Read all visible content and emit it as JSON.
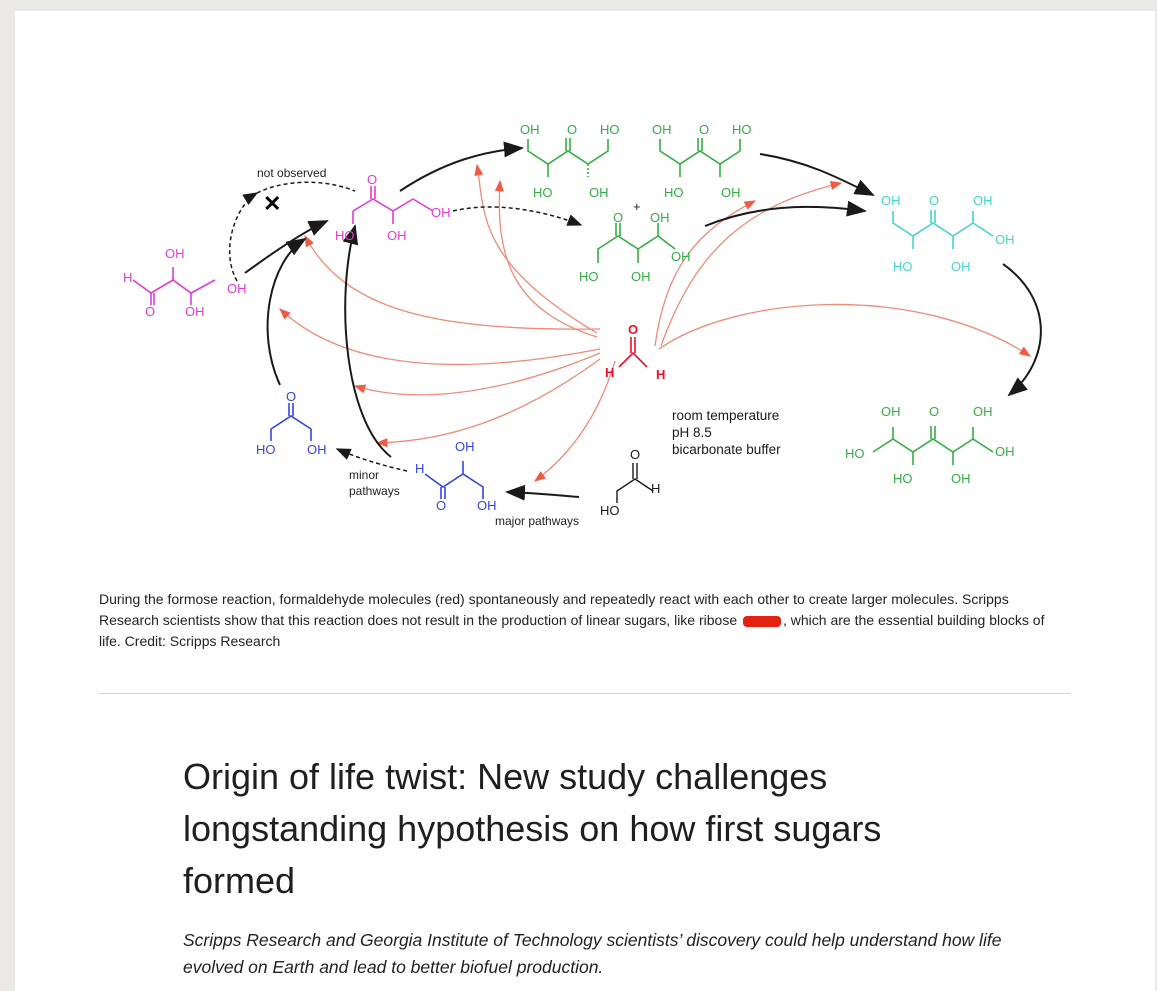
{
  "figure": {
    "labels": {
      "not_observed": "not observed",
      "minor_pathways_1": "minor",
      "minor_pathways_2": "pathways",
      "major_pathways": "major pathways",
      "conditions_1": "room temperature",
      "conditions_2": "pH 8.5",
      "conditions_3": "bicarbonate buffer",
      "plus": "+",
      "oh": "OH",
      "ho": "HO",
      "o": "O",
      "h": "H"
    },
    "colors": {
      "magenta": "#e33ad6",
      "green": "#35ad45",
      "teal": "#46d6c8",
      "blue": "#3346e0",
      "red": "#e8102a",
      "arrow_red": "#f08a78",
      "arrow_black": "#1a1a1a"
    }
  },
  "caption": {
    "part1": "During the formose reaction, formaldehyde molecules (red) spontaneously and repeatedly react with each other to create larger molecules. Scripps Research scientists show that this reaction does not result in the production of linear sugars, like ribose ",
    "part2": ", which are the essential building blocks of life. Credit: Scripps Research"
  },
  "article": {
    "headline": "Origin of life twist: New study challenges longstanding hypothesis on how first sugars formed",
    "deck": "Scripps Research and Georgia Institute of Technology scientists’ discovery could help understand how life evolved on Earth and lead to better biofuel production."
  }
}
